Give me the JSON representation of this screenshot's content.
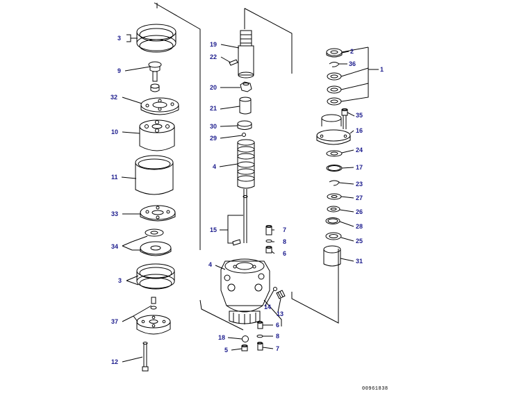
{
  "diagram": {
    "drawing_code": "00961838",
    "callouts": {
      "c3a": "3",
      "c9": "9",
      "c32": "32",
      "c10": "10",
      "c11": "11",
      "c33": "33",
      "c34": "34",
      "c3b": "3",
      "c37": "37",
      "c12": "12",
      "c19": "19",
      "c22": "22",
      "c20": "20",
      "c21": "21",
      "c30": "30",
      "c29": "29",
      "c4a": "4",
      "c15": "15",
      "c7a": "7",
      "c8a": "8",
      "c6a": "6",
      "c4b": "4",
      "c14": "14",
      "c13": "13",
      "c6b": "6",
      "c18": "18",
      "c8b": "8",
      "c5": "5",
      "c7b": "7",
      "c2": "2",
      "c36": "36",
      "c1": "1",
      "c35": "35",
      "c16": "16",
      "c24": "24",
      "c17": "17",
      "c23": "23",
      "c27": "27",
      "c26": "26",
      "c28": "28",
      "c25": "25",
      "c31": "31"
    }
  }
}
